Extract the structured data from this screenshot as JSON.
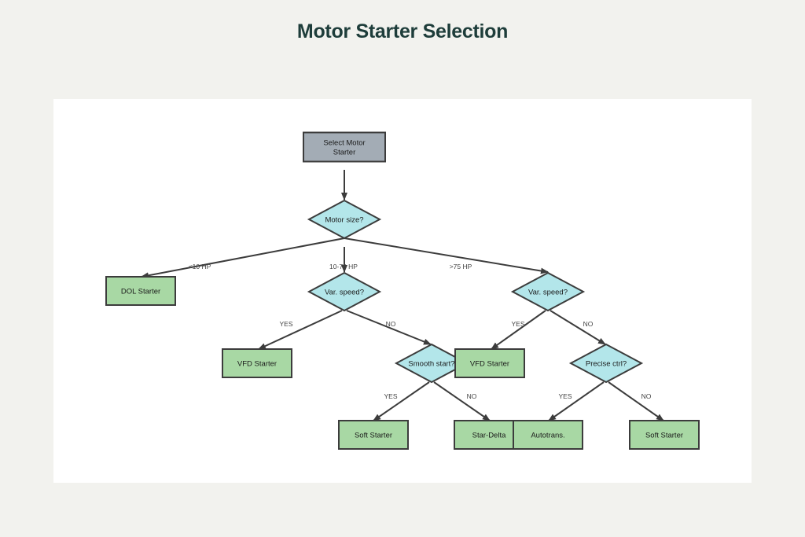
{
  "title": "Motor Starter Selection",
  "colors": {
    "background": "#f2f2ee",
    "panel": "#ffffff",
    "start_fill": "#a3acb5",
    "decision_fill": "#b3e6ea",
    "terminal_fill": "#a8d8a4",
    "stroke": "#3c3c3c",
    "title": "#1e3d3a"
  },
  "nodes": {
    "start": {
      "lines": [
        "Select Motor",
        "Starter"
      ],
      "shape": "rect"
    },
    "motor_size": {
      "lines": [
        "Motor size?"
      ],
      "shape": "diamond"
    },
    "dol": {
      "lines": [
        "DOL Starter"
      ],
      "shape": "rect"
    },
    "var_speed_mid": {
      "lines": [
        "Var. speed?"
      ],
      "shape": "diamond"
    },
    "var_speed_large": {
      "lines": [
        "Var. speed?"
      ],
      "shape": "diamond"
    },
    "vfd_mid": {
      "lines": [
        "VFD Starter"
      ],
      "shape": "rect"
    },
    "smooth_start": {
      "lines": [
        "Smooth start?"
      ],
      "shape": "diamond"
    },
    "vfd_large": {
      "lines": [
        "VFD Starter"
      ],
      "shape": "rect"
    },
    "precise_ctrl": {
      "lines": [
        "Precise ctrl?"
      ],
      "shape": "diamond"
    },
    "soft_mid": {
      "lines": [
        "Soft Starter"
      ],
      "shape": "rect"
    },
    "star_delta": {
      "lines": [
        "Star-Delta"
      ],
      "shape": "rect"
    },
    "autotrans": {
      "lines": [
        "Autotrans."
      ],
      "shape": "rect"
    },
    "soft_large": {
      "lines": [
        "Soft Starter"
      ],
      "shape": "rect"
    }
  },
  "edges": {
    "start_to_size": {
      "label": ""
    },
    "size_to_dol": {
      "label": "<10 HP"
    },
    "size_to_mid": {
      "label": "10-75 HP"
    },
    "size_to_large": {
      "label": ">75 HP"
    },
    "mid_yes": {
      "label": "YES"
    },
    "mid_no": {
      "label": "NO"
    },
    "large_yes": {
      "label": "YES"
    },
    "large_no": {
      "label": "NO"
    },
    "smooth_yes": {
      "label": "YES"
    },
    "smooth_no": {
      "label": "NO"
    },
    "precise_yes": {
      "label": "YES"
    },
    "precise_no": {
      "label": "NO"
    }
  }
}
